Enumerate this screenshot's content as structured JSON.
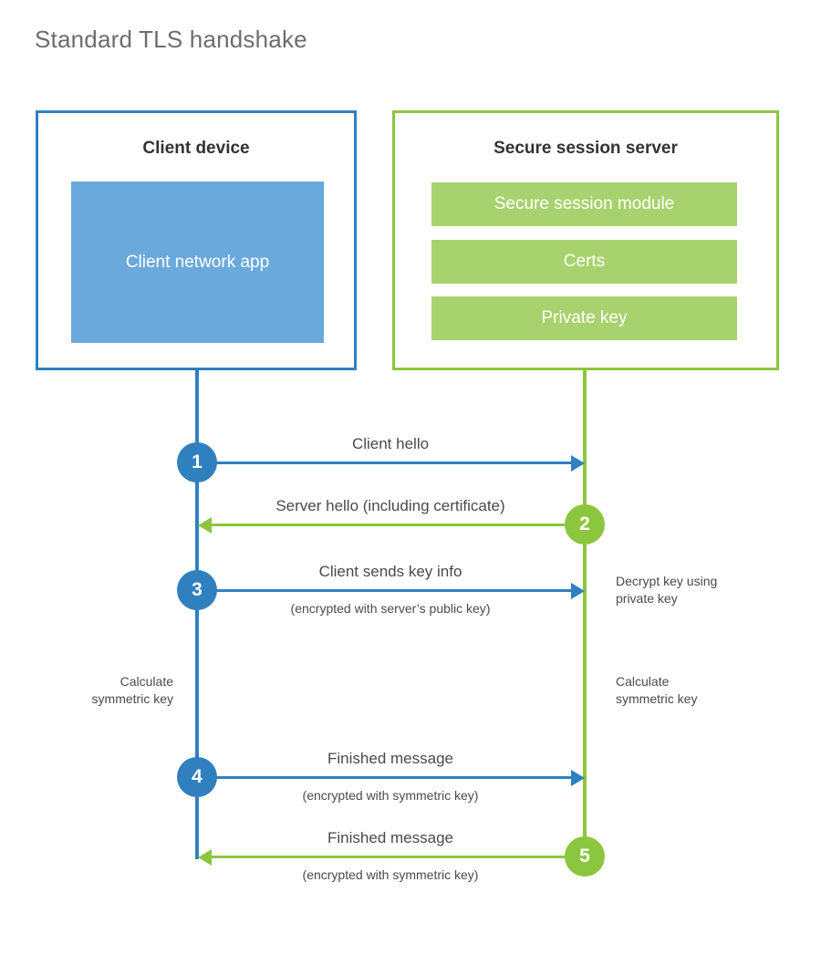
{
  "title": "Standard TLS handshake",
  "colors": {
    "client_blue": "#3080c0",
    "client_app_fill": "#6aa9dc",
    "server_green": "#8cc63e",
    "server_bar_fill": "#a8d26e",
    "text": "#4a4a4a",
    "title_text": "#6d6d6d",
    "background": "#ffffff"
  },
  "client": {
    "title": "Client device",
    "app_label": "Client network app"
  },
  "server": {
    "title": "Secure session server",
    "modules": [
      {
        "label": "Secure session module"
      },
      {
        "label": "Certs"
      },
      {
        "label": "Private key"
      }
    ]
  },
  "steps": [
    {
      "number": "1",
      "label": "Client hello",
      "sub": "",
      "direction": "client-to-server",
      "color": "blue"
    },
    {
      "number": "2",
      "label": "Server hello (including certificate)",
      "sub": "",
      "direction": "server-to-client",
      "color": "green"
    },
    {
      "number": "3",
      "label": "Client sends key info",
      "sub": "(encrypted with server’s public key)",
      "direction": "client-to-server",
      "color": "blue"
    },
    {
      "number": "4",
      "label": "Finished message",
      "sub": "(encrypted with symmetric key)",
      "direction": "client-to-server",
      "color": "blue"
    },
    {
      "number": "5",
      "label": "Finished message",
      "sub": "(encrypted with symmetric key)",
      "direction": "server-to-client",
      "color": "green"
    }
  ],
  "annotations": {
    "decrypt_key": "Decrypt key using\nprivate key",
    "calculate_symmetric_key_client": "Calculate\nsymmetric key",
    "calculate_symmetric_key_server": "Calculate\nsymmetric key"
  }
}
